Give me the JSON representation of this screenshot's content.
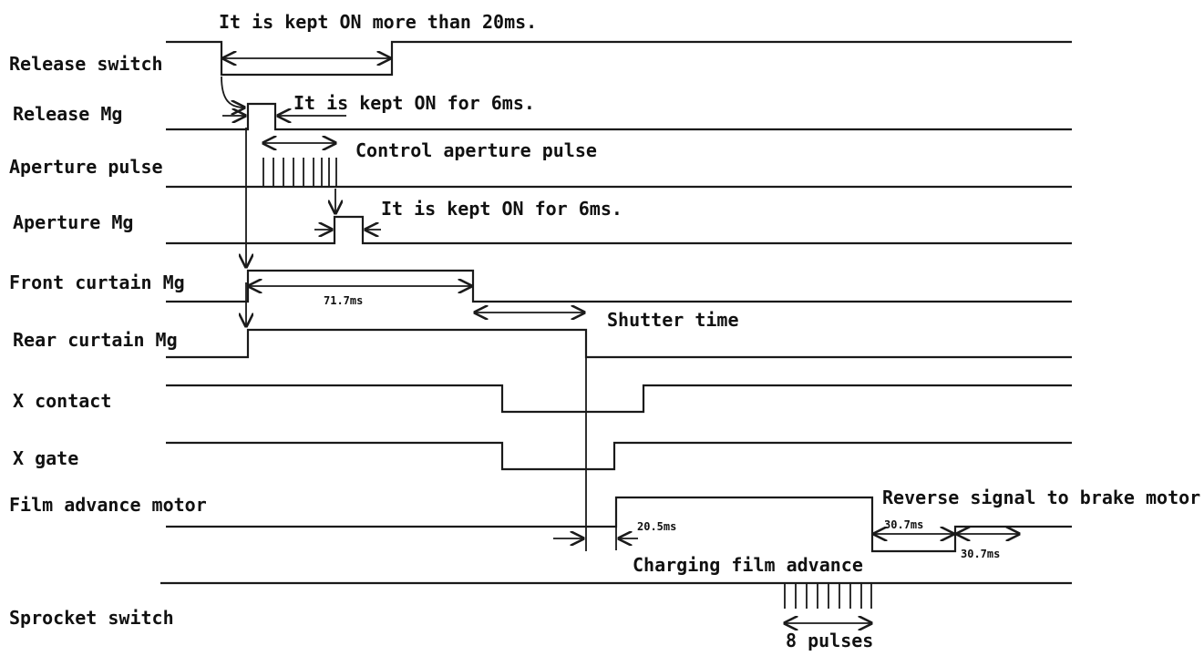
{
  "signals": {
    "release_switch": "Release switch",
    "release_mg": "Release Mg",
    "aperture_pulse": "Aperture pulse",
    "aperture_mg": "Aperture Mg",
    "front_curtain_mg": "Front curtain Mg",
    "rear_curtain_mg": "Rear curtain Mg",
    "x_contact": "X contact",
    "x_gate": "X gate",
    "film_advance_motor": "Film advance motor",
    "sprocket_switch": "Sprocket switch"
  },
  "annotations": {
    "kept_on_20ms": "It is kept ON more than 20ms.",
    "release_kept_on_6ms": "It is kept ON for 6ms.",
    "control_aperture_pulse": "Control aperture pulse",
    "aperture_kept_on_6ms": "It is kept ON for 6ms.",
    "front_curtain_time": "71.7ms",
    "shutter_time": "Shutter time",
    "reverse_signal": "Reverse signal to brake motor",
    "motor_delay": "20.5ms",
    "brake_time_1": "30.7ms",
    "brake_time_2": "30.7ms",
    "charging_film_advance": "Charging film advance",
    "eight_pulses": "8 pulses"
  }
}
